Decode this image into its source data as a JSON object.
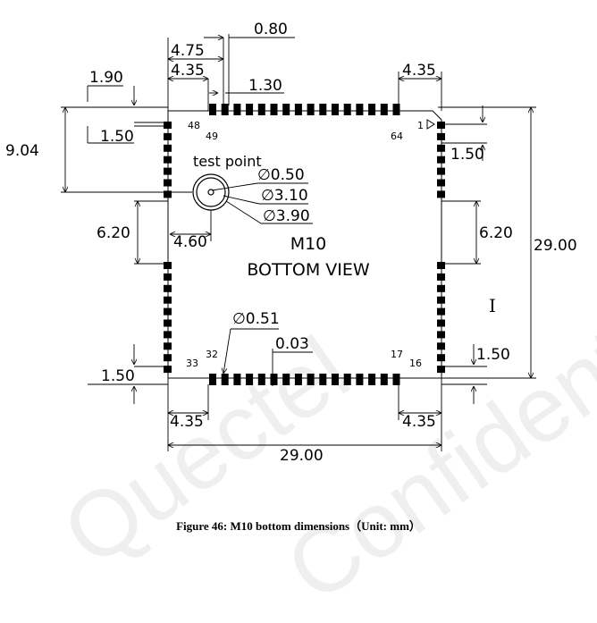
{
  "watermark": [
    "Quectel",
    "Confidential"
  ],
  "module_title": "M10",
  "module_subtitle": "BOTTOM VIEW",
  "test_point_label": "test point",
  "pin_numbers": {
    "top_left": "48",
    "left_bottom": "33",
    "bottom_left": "32",
    "bottom_right": "17",
    "right_bottom": "16",
    "right_top": "1",
    "top_right": "64",
    "top_first": "49"
  },
  "dimensions": {
    "d080": "0.80",
    "d475": "4.75",
    "d435_top_left": "4.35",
    "d435_top_right": "4.35",
    "d130": "1.30",
    "d190": "1.90",
    "d150_left_top": "1.50",
    "d904": "9.04",
    "d150_right_top": "1.50",
    "d050": "∅0.50",
    "d310": "∅3.10",
    "d390": "∅3.90",
    "d620_left": "6.20",
    "d460": "4.60",
    "d620_right": "6.20",
    "d2900_right": "29.00",
    "d051": "∅0.51",
    "d003": "0.03",
    "d150_left_bottom": "1.50",
    "d150_right_bottom": "1.50",
    "d435_bottom_left": "4.35",
    "d435_bottom_right": "4.35",
    "d2900_bottom": "29.00"
  },
  "cursor_glyph": "I",
  "caption": "Figure 46: M10 bottom dimensions（Unit: mm）",
  "colors": {
    "line": "#000000",
    "pad": "#000000",
    "watermark": "#efefef"
  }
}
